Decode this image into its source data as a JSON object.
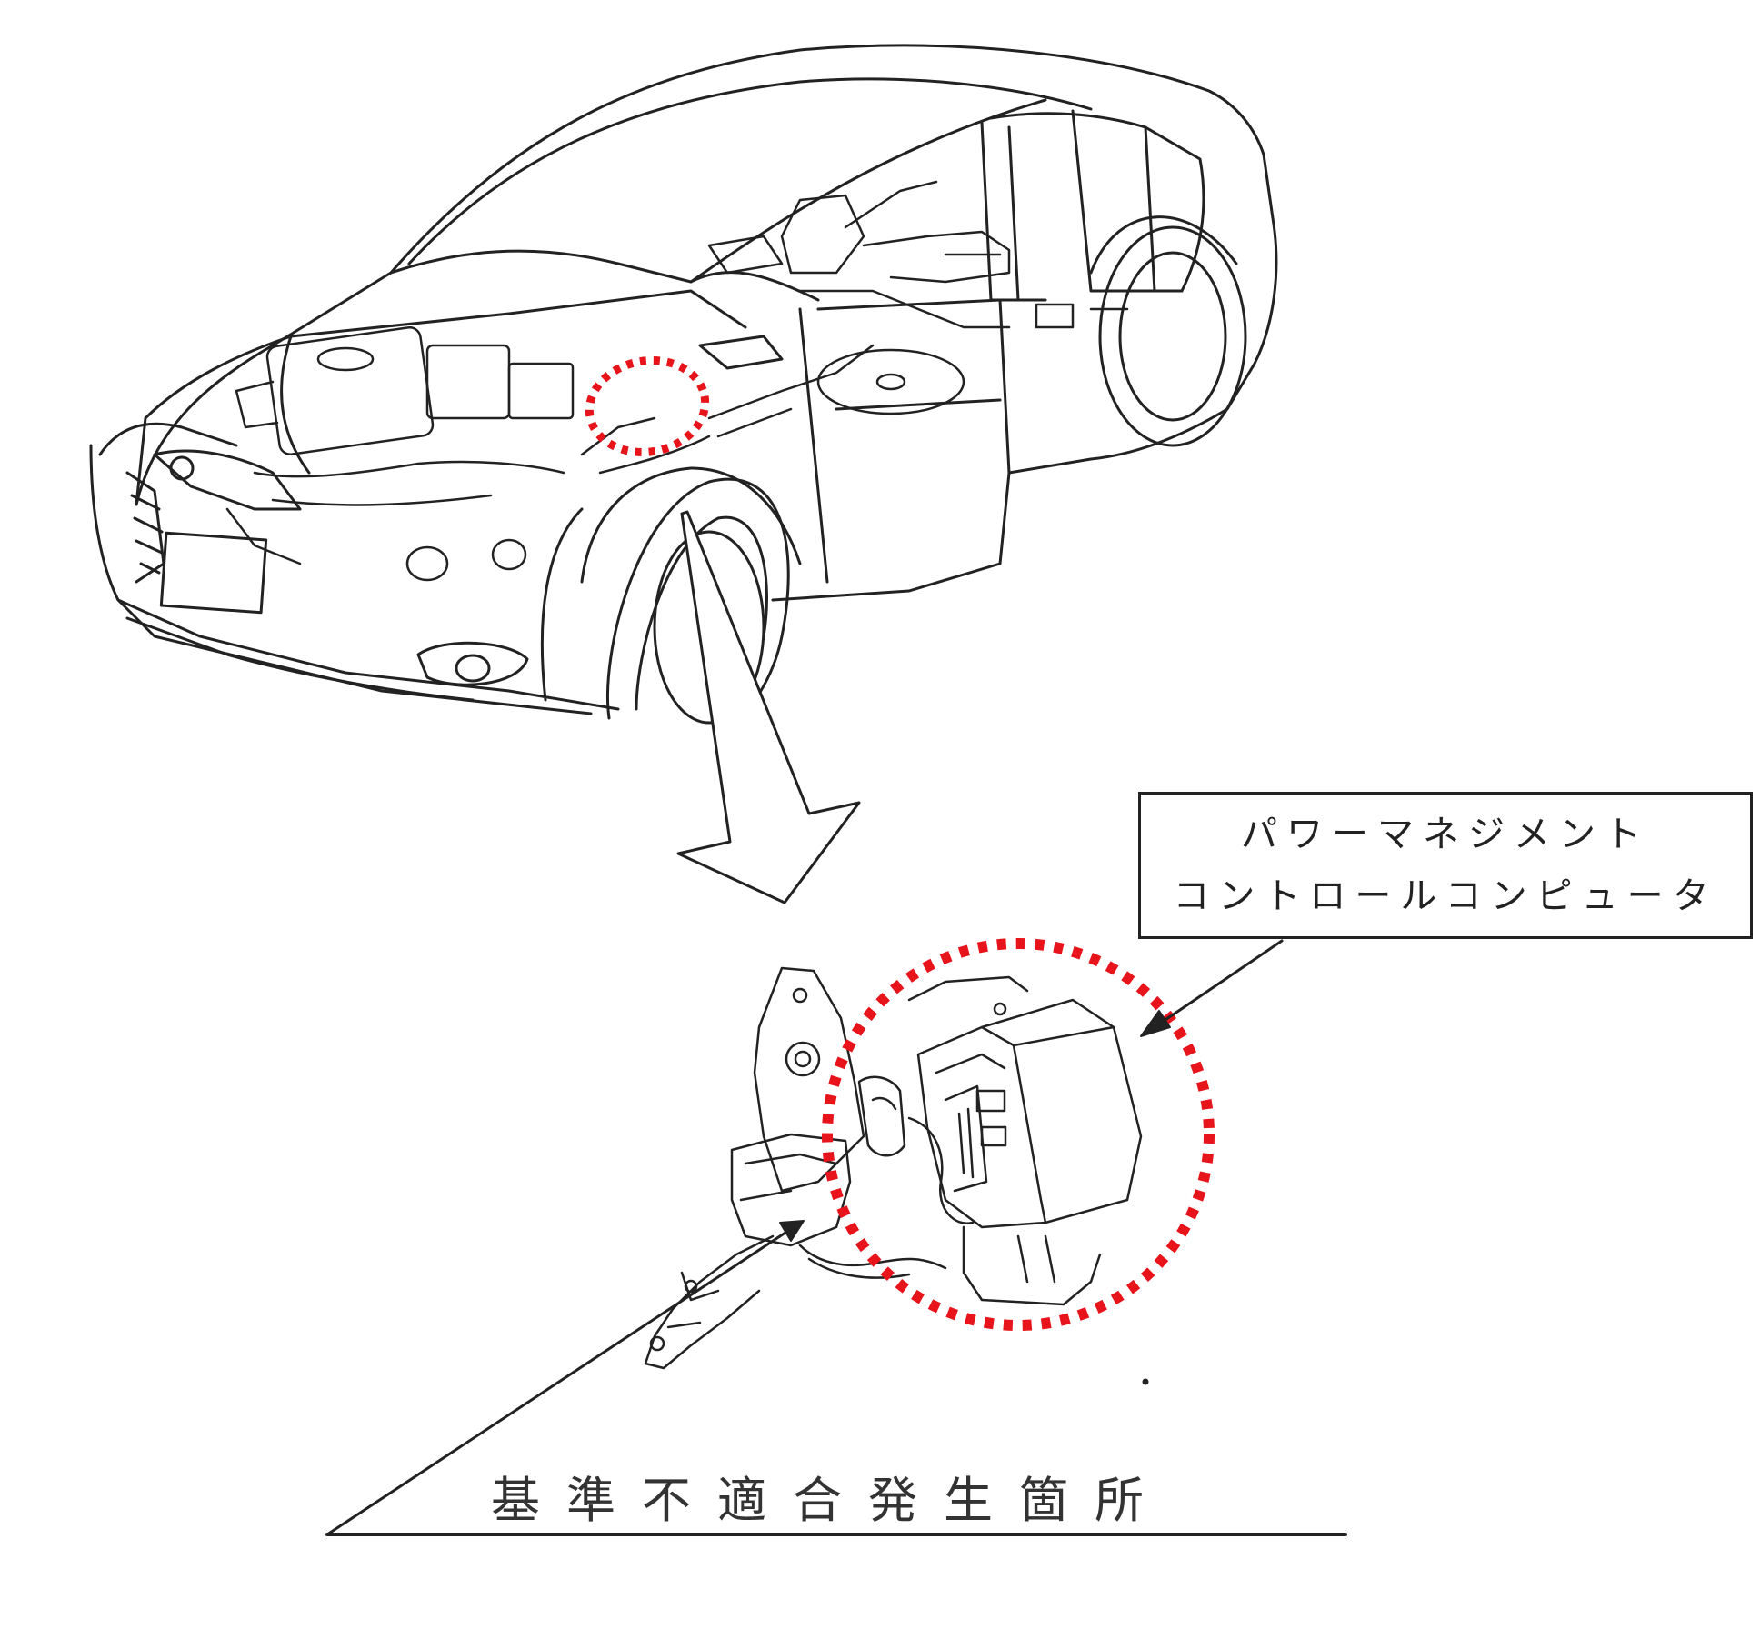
{
  "callout": {
    "line1": "パワーマネジメント",
    "line2": "コントロールコンピュータ"
  },
  "defect_label": "基準不適合発生箇所",
  "colors": {
    "line": "#222222",
    "highlight": "#e8141b",
    "background": "#ffffff"
  }
}
